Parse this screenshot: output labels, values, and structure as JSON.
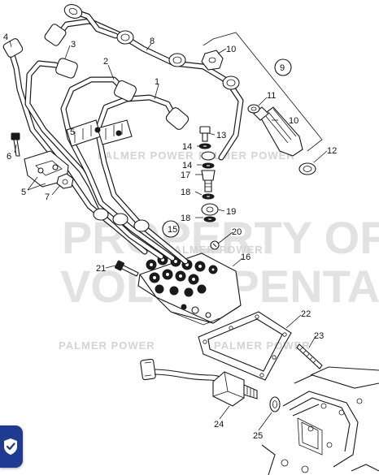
{
  "watermark": {
    "line1": "PROPERTY OF",
    "line2": "VOLVO PENTA",
    "brand": "PALMER POWER"
  },
  "callouts": [
    "1",
    "2",
    "3",
    "4",
    "5",
    "5",
    "6",
    "7",
    "8",
    "9",
    "10",
    "10",
    "11",
    "12",
    "13",
    "14",
    "14",
    "15",
    "16",
    "17",
    "18",
    "18",
    "19",
    "20",
    "21",
    "22",
    "23",
    "24",
    "25"
  ],
  "badge_icon": "shield-check-icon"
}
